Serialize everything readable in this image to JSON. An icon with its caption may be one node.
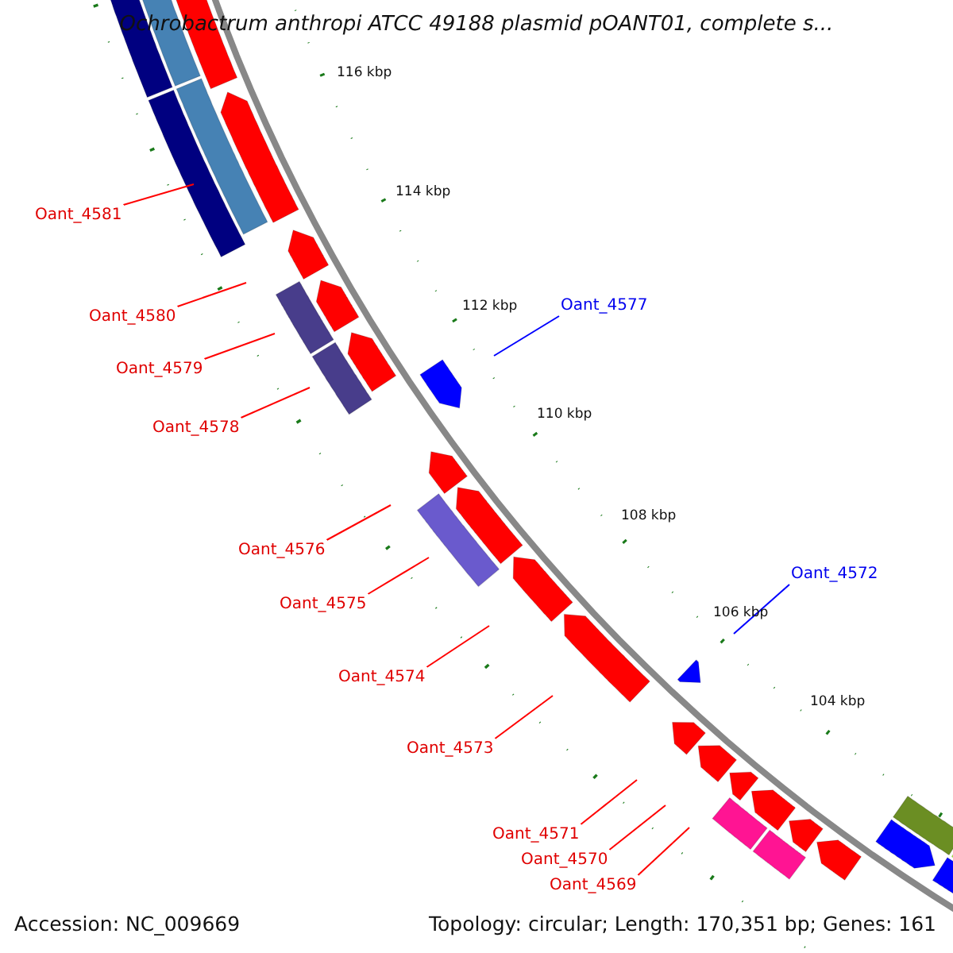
{
  "diagram": {
    "title": "Ochrobactrum anthropi ATCC 49188 plasmid pOANT01, complete s...",
    "nodes": [
      {
        "text": [
          "Oant_4581"
        ]
      },
      {
        "text": [
          "Oant_4577"
        ]
      },
      {
        "text": [
          "Oant_4580"
        ]
      },
      {
        "text": [
          "Oant_4579"
        ]
      },
      {
        "text": [
          "Oant_4578"
        ]
      },
      {
        "text": [
          "Oant_4576"
        ]
      },
      {
        "text": [
          "Oant_4572"
        ]
      },
      {
        "text": [
          "Oant_4575"
        ]
      },
      {
        "text": [
          "Oant_4574"
        ]
      },
      {
        "text": [
          "Oant_4573"
        ]
      },
      {
        "text": [
          "Oant_4571"
        ]
      },
      {
        "text": [
          "Oant_4570"
        ]
      },
      {
        "text": [
          "Oant_4569"
        ]
      }
    ],
    "edges": [
      {
        "from": 0,
        "to": null,
        "arrow": "none"
      },
      {
        "from": 1,
        "to": null,
        "arrow": "none",
        "color": "#0000ff"
      },
      {
        "from": 2,
        "to": null,
        "arrow": "none"
      },
      {
        "from": 3,
        "to": null,
        "arrow": "none"
      },
      {
        "from": 4,
        "to": null,
        "arrow": "none"
      },
      {
        "from": 5,
        "to": null,
        "arrow": "none"
      },
      {
        "from": 6,
        "to": null,
        "arrow": "none",
        "color": "#0000ff"
      },
      {
        "from": 7,
        "to": null,
        "arrow": "none"
      },
      {
        "from": 8,
        "to": null,
        "arrow": "none"
      },
      {
        "from": 9,
        "to": null,
        "arrow": "none"
      },
      {
        "from": 10,
        "to": null,
        "arrow": "none"
      },
      {
        "from": 11,
        "to": null,
        "arrow": "none"
      },
      {
        "from": 12,
        "to": null,
        "arrow": "none"
      }
    ],
    "labels": [
      "116 kbp",
      "114 kbp",
      "112 kbp",
      "110 kbp",
      "108 kbp",
      "106 kbp",
      "104 kbp",
      "Accession: NC_009669",
      "Topology: circular; Length: 170,351 bp; Genes: 161"
    ]
  }
}
